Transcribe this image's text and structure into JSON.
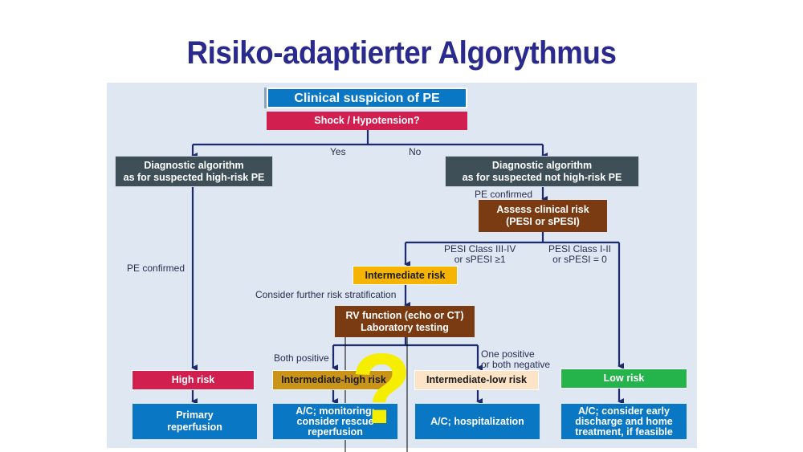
{
  "title": "Risiko-adaptierter Algorythmus",
  "flow": {
    "start": "Clinical suspicion of PE",
    "shock": "Shock / Hypotension?",
    "yes": "Yes",
    "no": "No",
    "diag_high_1": "Diagnostic algorithm",
    "diag_high_2": "as for suspected high-risk PE",
    "diag_not_high_1": "Diagnostic algorithm",
    "diag_not_high_2": "as for suspected not high-risk PE",
    "pe_confirmed_right": "PE confirmed",
    "pe_confirmed_left": "PE confirmed",
    "assess_1": "Assess clinical risk",
    "assess_2": "(PESI or sPESI)",
    "pesi_high_1": "PESI Class III-IV",
    "pesi_high_2": "or sPESI ≥1",
    "pesi_low_1": "PESI Class I-II",
    "pesi_low_2": "or sPESI = 0",
    "intermediate": "Intermediate risk",
    "further": "Consider further risk stratification",
    "rv_1": "RV function (echo or CT)",
    "rv_2": "Laboratory testing",
    "both_positive": "Both positive",
    "one_positive_1": "One positive",
    "one_positive_2": "or both negative",
    "high_risk": "High risk",
    "int_high": "Intermediate-high risk",
    "int_low": "Intermediate-low risk",
    "low_risk": "Low risk",
    "primary_1": "Primary",
    "primary_2": "reperfusion",
    "ac_monitor_1": "A/C; monitoring;",
    "ac_monitor_2": "consider rescue",
    "ac_monitor_3": "reperfusion",
    "ac_hosp": "A/C; hospitalization",
    "ac_early_1": "A/C; consider early",
    "ac_early_2": "discharge and home",
    "ac_early_3": "treatment, if feasible"
  },
  "overlay": {
    "question_mark": "?"
  },
  "colors": {
    "title": "#2a2a8c",
    "panel": "#dfe7f3",
    "arrows": "#1c2a6e",
    "red": "#d11f4f",
    "blue": "#0a77c4",
    "brown": "#7a3a12",
    "yellow": "#f5b400",
    "green": "#25b34b",
    "question_mark": "#f5ee00"
  }
}
